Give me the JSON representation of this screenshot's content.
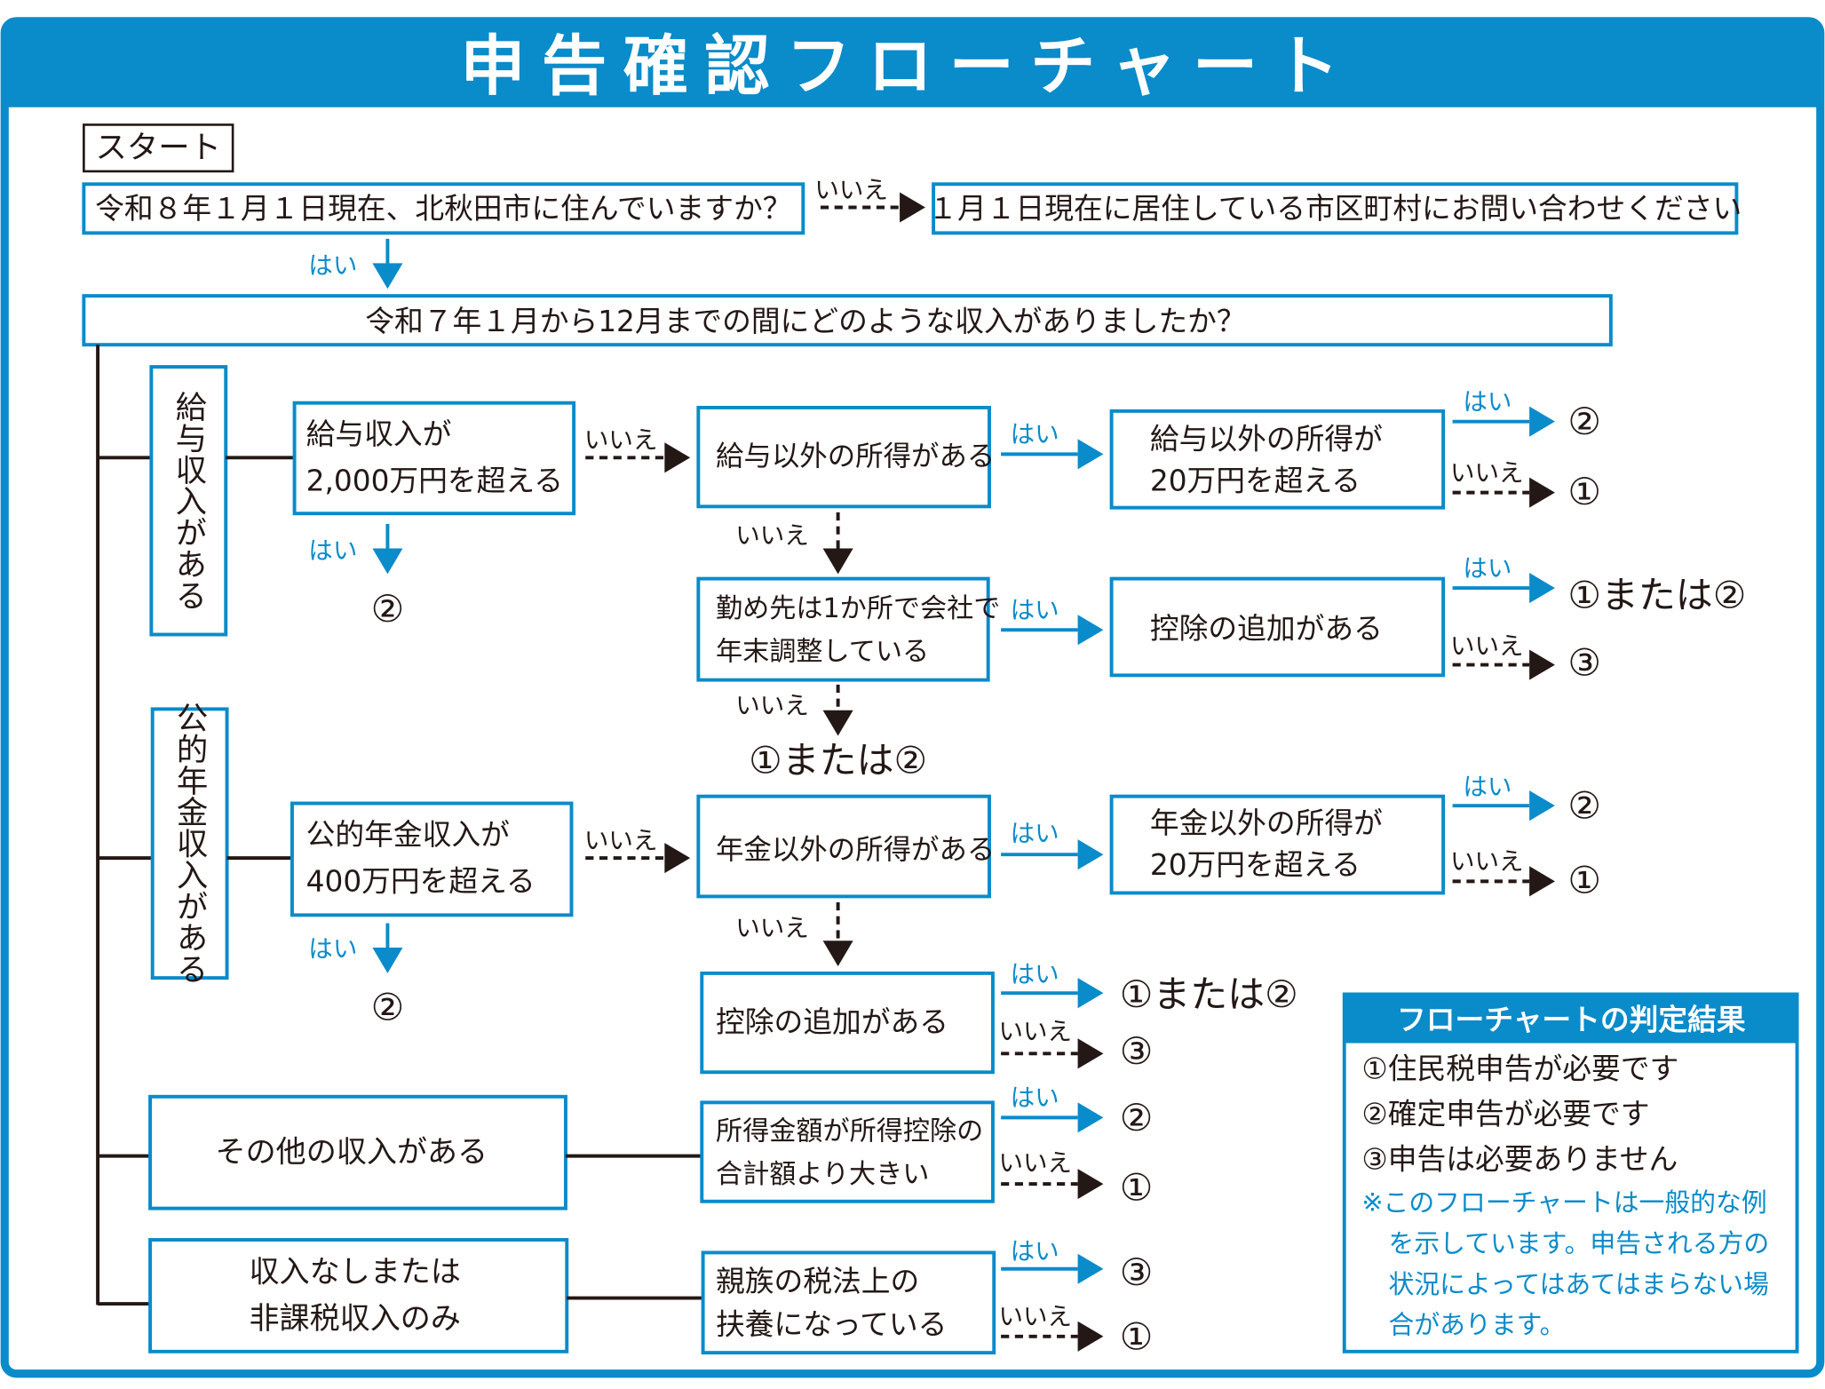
{
  "colors": {
    "accent": "#0a8bca",
    "ink": "#231815",
    "background": "#ffffff"
  },
  "title": "申告確認フローチャート",
  "labels": {
    "yes": "はい",
    "no": "いいえ"
  },
  "start": "スタート",
  "q_residence": "令和８年１月１日現在、北秋田市に住んでいますか？",
  "residence_no_result": "１月１日現在に居住している市区町村にお問い合わせください",
  "q_income": "令和７年１月から12月までの間にどのような収入がありましたか？",
  "salary": {
    "category": "給与収入がある",
    "q_over": [
      "給与収入が",
      "2,000万円を超える"
    ],
    "q_over_yes": "②",
    "q_other_income": "給与以外の所得がある",
    "q_other_over": [
      "給与以外の所得が",
      "20万円を超える"
    ],
    "q_other_over_yes": "②",
    "q_other_over_no": "①",
    "q_year_end": [
      "勤め先は1か所で会社で",
      "年末調整している"
    ],
    "q_year_end_no": "①または②",
    "q_deduction": "控除の追加がある",
    "q_deduction_yes": "①または②",
    "q_deduction_no": "③"
  },
  "pension": {
    "category": "公的年金収入がある",
    "q_over": [
      "公的年金収入が",
      "400万円を超える"
    ],
    "q_over_yes": "②",
    "q_other_income": "年金以外の所得がある",
    "q_other_over": [
      "年金以外の所得が",
      "20万円を超える"
    ],
    "q_other_over_yes": "②",
    "q_other_over_no": "①",
    "q_deduction": "控除の追加がある",
    "q_deduction_yes": "①または②",
    "q_deduction_no": "③"
  },
  "other": {
    "category": "その他の収入がある",
    "q": [
      "所得金額が所得控除の",
      "合計額より大きい"
    ],
    "yes": "②",
    "no": "①"
  },
  "none": {
    "category": [
      "収入なしまたは",
      "非課税収入のみ"
    ],
    "q": [
      "親族の税法上の",
      "扶養になっている"
    ],
    "yes": "③",
    "no": "①"
  },
  "legend": {
    "title": "フローチャートの判定結果",
    "items": [
      "①住民税申告が必要です",
      "②確定申告が必要です",
      "③申告は必要ありません"
    ],
    "note": [
      "※このフローチャートは一般的な例",
      "を示しています。申告される方の",
      "状況によってはあてはまらない場",
      "合があります。"
    ]
  }
}
